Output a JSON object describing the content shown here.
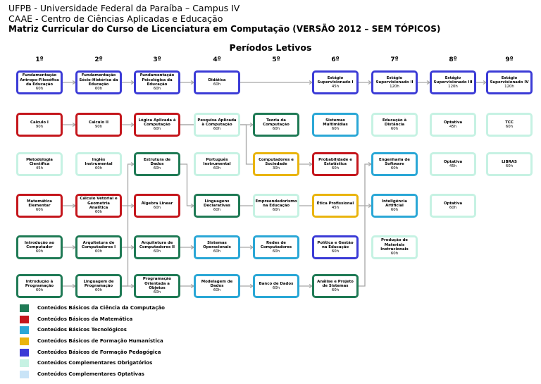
{
  "header": {
    "line1": "UFPB - Universidade Federal da Paraíba – Campus IV",
    "line2": "CAAE - Centro de Ciências Aplicadas e Educação",
    "line3": "Matriz Curricular do Curso de Licenciatura em Computação (VERSÃO 2012 – SEM TÓPICOS)"
  },
  "periodos_title": "Períodos Letivos",
  "periods": [
    "1º",
    "2º",
    "3º",
    "4º",
    "5º",
    "6º",
    "7º",
    "8º",
    "9º"
  ],
  "colors": {
    "comp": "#1f7a55",
    "mat": "#c4161c",
    "tec": "#2aa7d6",
    "hum": "#e9b40e",
    "ped": "#3b3bd6",
    "obr": "#c6f2e3",
    "opt": "#c9e4f7",
    "wire": "#a6a6a6"
  },
  "courses": [
    {
      "id": "fund-antropo",
      "col": 0,
      "row": 0,
      "cat": "ped",
      "name": "Fundamentação Antropo-Filosófica da Educação",
      "hours": "60h"
    },
    {
      "id": "fund-socio",
      "col": 1,
      "row": 0,
      "cat": "ped",
      "name": "Fundamentação Sócio-Histórica da Educação",
      "hours": "60h"
    },
    {
      "id": "fund-psico",
      "col": 2,
      "row": 0,
      "cat": "ped",
      "name": "Fundamentação Psicológica da Educação",
      "hours": "60h"
    },
    {
      "id": "didatica",
      "col": 3,
      "row": 0,
      "cat": "ped",
      "name": "Didática",
      "hours": "60h"
    },
    {
      "id": "estagio-1",
      "col": 5,
      "row": 0,
      "cat": "ped",
      "name": "Estágio Supervisionado I",
      "hours": "45h"
    },
    {
      "id": "estagio-2",
      "col": 6,
      "row": 0,
      "cat": "ped",
      "name": "Estágio Supervisionado II",
      "hours": "120h"
    },
    {
      "id": "estagio-3",
      "col": 7,
      "row": 0,
      "cat": "ped",
      "name": "Estágio Supervisionado III",
      "hours": "120h"
    },
    {
      "id": "estagio-4",
      "col": 8,
      "row": 0,
      "cat": "ped",
      "name": "Estágio Supervisionado IV",
      "hours": "120h"
    },
    {
      "id": "calculo-1",
      "col": 0,
      "row": 1,
      "cat": "mat",
      "name": "Calculo I",
      "hours": "90h"
    },
    {
      "id": "calculo-2",
      "col": 1,
      "row": 1,
      "cat": "mat",
      "name": "Calculo II",
      "hours": "90h"
    },
    {
      "id": "logica",
      "col": 2,
      "row": 1,
      "cat": "mat",
      "name": "Lógica Aplicada à Computação",
      "hours": "60h"
    },
    {
      "id": "pesquisa",
      "col": 3,
      "row": 1,
      "cat": "obr",
      "name": "Pesquisa Aplicada à Computação",
      "hours": "60h"
    },
    {
      "id": "teoria-comp",
      "col": 4,
      "row": 1,
      "cat": "comp",
      "name": "Teoria da Computação",
      "hours": "60h"
    },
    {
      "id": "sist-multimidias",
      "col": 5,
      "row": 1,
      "cat": "tec",
      "name": "Sistemas Multimídias",
      "hours": "60h"
    },
    {
      "id": "educacao-distancia",
      "col": 6,
      "row": 1,
      "cat": "obr",
      "name": "Educação à Distância",
      "hours": "60h"
    },
    {
      "id": "optativa-1",
      "col": 7,
      "row": 1,
      "cat": "obr",
      "name": "Optativa",
      "hours": "45h"
    },
    {
      "id": "tcc",
      "col": 8,
      "row": 1,
      "cat": "obr",
      "name": "TCC",
      "hours": "60h"
    },
    {
      "id": "metodologia",
      "col": 0,
      "row": 2,
      "cat": "obr",
      "name": "Metodologia Científica",
      "hours": "45h"
    },
    {
      "id": "ingles",
      "col": 1,
      "row": 2,
      "cat": "obr",
      "name": "Inglês Instrumental",
      "hours": "60h"
    },
    {
      "id": "estrutura-dados",
      "col": 2,
      "row": 2,
      "cat": "comp",
      "name": "Estrutura de Dados",
      "hours": "60h"
    },
    {
      "id": "portugues",
      "col": 3,
      "row": 2,
      "cat": "obr",
      "name": "Português Instrumental",
      "hours": "60h"
    },
    {
      "id": "comp-sociedade",
      "col": 4,
      "row": 2,
      "cat": "hum",
      "name": "Computadores e Sociedade",
      "hours": "30h"
    },
    {
      "id": "probabilidade",
      "col": 5,
      "row": 2,
      "cat": "mat",
      "name": "Probabilidade e Estatística",
      "hours": "60h"
    },
    {
      "id": "eng-software",
      "col": 6,
      "row": 2,
      "cat": "tec",
      "name": "Engenharia de Software",
      "hours": "60h"
    },
    {
      "id": "optativa-2",
      "col": 7,
      "row": 2,
      "cat": "obr",
      "name": "Optativa",
      "hours": "45h"
    },
    {
      "id": "libras",
      "col": 8,
      "row": 2,
      "cat": "obr",
      "name": "LIBRAS",
      "hours": "60h"
    },
    {
      "id": "mat-elementar",
      "col": 0,
      "row": 3,
      "cat": "mat",
      "name": "Matemática Elementar",
      "hours": "60h"
    },
    {
      "id": "calc-vetorial",
      "col": 1,
      "row": 3,
      "cat": "mat",
      "name": "Cálculo Vetorial e Geometria Analítica",
      "hours": "60h"
    },
    {
      "id": "algebra-linear",
      "col": 2,
      "row": 3,
      "cat": "mat",
      "name": "Álgebra Linear",
      "hours": "60h"
    },
    {
      "id": "ling-declarativas",
      "col": 3,
      "row": 3,
      "cat": "comp",
      "name": "Linguagens Declarativas",
      "hours": "60h"
    },
    {
      "id": "empreendedorismo",
      "col": 4,
      "row": 3,
      "cat": "obr",
      "name": "Empreendedorismo na Educação",
      "hours": "60h"
    },
    {
      "id": "etica",
      "col": 5,
      "row": 3,
      "cat": "hum",
      "name": "Ética Profissional",
      "hours": "45h"
    },
    {
      "id": "ia",
      "col": 6,
      "row": 3,
      "cat": "tec",
      "name": "Inteligência Artificial",
      "hours": "60h"
    },
    {
      "id": "optativa-3",
      "col": 7,
      "row": 3,
      "cat": "obr",
      "name": "Optativa",
      "hours": "60h"
    },
    {
      "id": "intro-computador",
      "col": 0,
      "row": 4,
      "cat": "comp",
      "name": "Introdução ao Computador",
      "hours": "60h"
    },
    {
      "id": "arq-comp-1",
      "col": 1,
      "row": 4,
      "cat": "comp",
      "name": "Arquitetura de Computadores I",
      "hours": "60h"
    },
    {
      "id": "arq-comp-2",
      "col": 2,
      "row": 4,
      "cat": "comp",
      "name": "Arquitetura de Computadores II",
      "hours": "60h"
    },
    {
      "id": "sist-operacionais",
      "col": 3,
      "row": 4,
      "cat": "tec",
      "name": "Sistemas Operacionais",
      "hours": "60h"
    },
    {
      "id": "redes",
      "col": 4,
      "row": 4,
      "cat": "tec",
      "name": "Redes de Computadores",
      "hours": "60h"
    },
    {
      "id": "politica-gestao",
      "col": 5,
      "row": 4,
      "cat": "ped",
      "name": "Política e Gestão na Educação",
      "hours": "60h"
    },
    {
      "id": "materiais-instrucionais",
      "col": 6,
      "row": 4,
      "cat": "obr",
      "name": "Produção de Materiais Instrucionais",
      "hours": "60h"
    },
    {
      "id": "intro-programacao",
      "col": 0,
      "row": 5,
      "cat": "comp",
      "name": "Introdução à Programação",
      "hours": "60h"
    },
    {
      "id": "ling-programacao",
      "col": 1,
      "row": 5,
      "cat": "comp",
      "name": "Linguagem de Programação",
      "hours": "60h"
    },
    {
      "id": "prog-oo",
      "col": 2,
      "row": 5,
      "cat": "comp",
      "name": "Programação Orientada a Objetos",
      "hours": "60h"
    },
    {
      "id": "modelagem-dados",
      "col": 3,
      "row": 5,
      "cat": "tec",
      "name": "Modelagem de Dados",
      "hours": "60h"
    },
    {
      "id": "banco-dados",
      "col": 4,
      "row": 5,
      "cat": "tec",
      "name": "Banco de Dados",
      "hours": "60h"
    },
    {
      "id": "analise-projeto",
      "col": 5,
      "row": 5,
      "cat": "comp",
      "name": "Análise e Projeto de Sistemas",
      "hours": "60h"
    }
  ],
  "connections": [
    [
      "fund-antropo",
      "fund-socio"
    ],
    [
      "fund-socio",
      "fund-psico"
    ],
    [
      "fund-psico",
      "didatica"
    ],
    [
      "didatica",
      "estagio-1"
    ],
    [
      "estagio-1",
      "estagio-2"
    ],
    [
      "estagio-2",
      "estagio-3"
    ],
    [
      "estagio-3",
      "estagio-4"
    ],
    [
      "calculo-1",
      "calculo-2"
    ],
    [
      "calculo-2",
      "logica"
    ],
    [
      "logica",
      "teoria-comp"
    ],
    [
      "logica",
      "probabilidade"
    ],
    [
      "mat-elementar",
      "calc-vetorial"
    ],
    [
      "calc-vetorial",
      "algebra-linear"
    ],
    [
      "intro-computador",
      "arq-comp-1"
    ],
    [
      "arq-comp-1",
      "arq-comp-2"
    ],
    [
      "arq-comp-2",
      "sist-operacionais"
    ],
    [
      "sist-operacionais",
      "redes"
    ],
    [
      "intro-programacao",
      "ling-programacao"
    ],
    [
      "ling-programacao",
      "prog-oo"
    ],
    [
      "prog-oo",
      "modelagem-dados"
    ],
    [
      "modelagem-dados",
      "banco-dados"
    ],
    [
      "banco-dados",
      "analise-projeto"
    ],
    [
      "analise-projeto",
      "eng-software"
    ],
    [
      "ling-programacao",
      "estrutura-dados"
    ],
    [
      "estrutura-dados",
      "ling-declarativas"
    ],
    [
      "ling-declarativas",
      "ia"
    ]
  ],
  "legend": [
    {
      "cat": "comp",
      "label": "Conteúdos Básicos da Ciência da Computação"
    },
    {
      "cat": "mat",
      "label": "Conteúdos Básicos da Matemática"
    },
    {
      "cat": "tec",
      "label": "Conteúdos Básicos Tecnológicos"
    },
    {
      "cat": "hum",
      "label": "Conteúdos Básicos de Formação Humanística"
    },
    {
      "cat": "ped",
      "label": "Conteúdos Básicos de Formação Pedagógica"
    },
    {
      "cat": "obr",
      "label": "Conteúdos Complementares Obrigatórios"
    },
    {
      "cat": "opt",
      "label": "Conteúdos Complementares Optativas"
    }
  ]
}
